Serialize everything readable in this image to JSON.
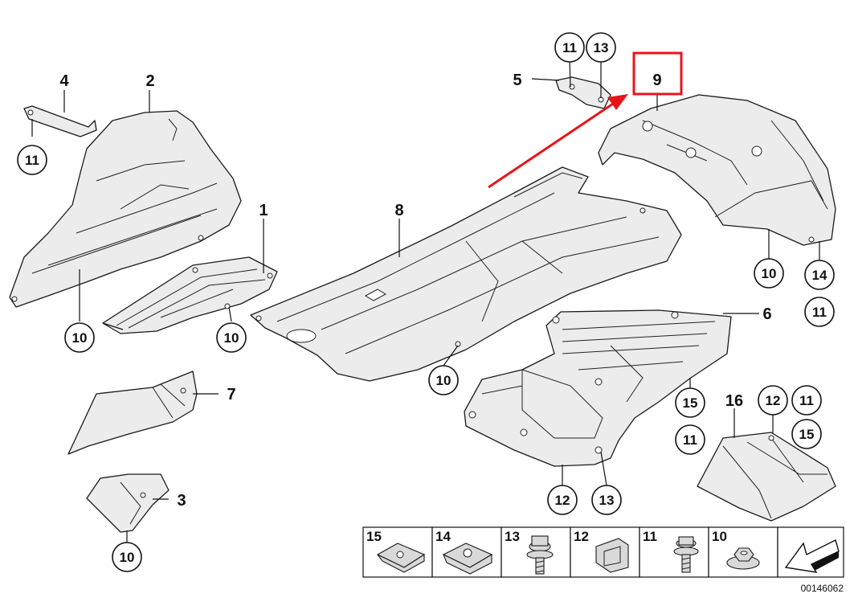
{
  "diagram": {
    "callouts": {
      "p1": "1",
      "p2": "2",
      "p3": "3",
      "p4": "4",
      "p5": "5",
      "p6": "6",
      "p7": "7",
      "p8": "8",
      "p9": "9",
      "p10": "10",
      "p11": "11",
      "p12": "12",
      "p13": "13",
      "p14": "14",
      "p15": "15",
      "p16": "16"
    },
    "legend_items": [
      "15",
      "14",
      "13",
      "12",
      "11",
      "10"
    ],
    "diagram_id": "00146062",
    "highlight_color": "#e8141b"
  }
}
